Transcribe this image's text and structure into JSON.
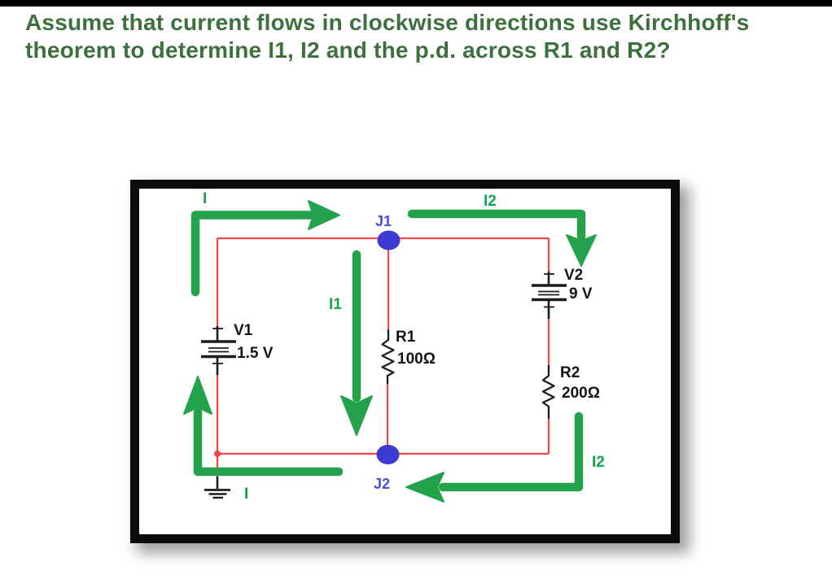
{
  "page": {
    "top_bar_color": "#000000",
    "background": "#ffffff"
  },
  "heading": {
    "line1": "Assume that current flows in clockwise directions use Kirchhoff's",
    "line2": "theorem to determine I1, I2 and the p.d. across R1 and R2?",
    "color": "#3e703e"
  },
  "circuit": {
    "junction_labels": {
      "j1": "J1",
      "j2": "J2"
    },
    "components": {
      "v1": {
        "name": "V1",
        "value": "1.5 V"
      },
      "v2": {
        "name": "V2",
        "value": "9 V"
      },
      "r1": {
        "name": "R1",
        "value": "100Ω"
      },
      "r2": {
        "name": "R2",
        "value": "200Ω"
      }
    },
    "currents": {
      "loop_left_top": "I",
      "loop_left_bottom": "I",
      "branch_middle": "I1",
      "loop_right_top": "I2",
      "loop_right_bottom": "I2"
    },
    "colors": {
      "wire": "#f94444",
      "arrow": "#23a24b",
      "current_label": "#12a74e",
      "junction_dot": "#3b3bd2",
      "junction_label": "#4c4cd6",
      "component_label": "#151515"
    }
  }
}
